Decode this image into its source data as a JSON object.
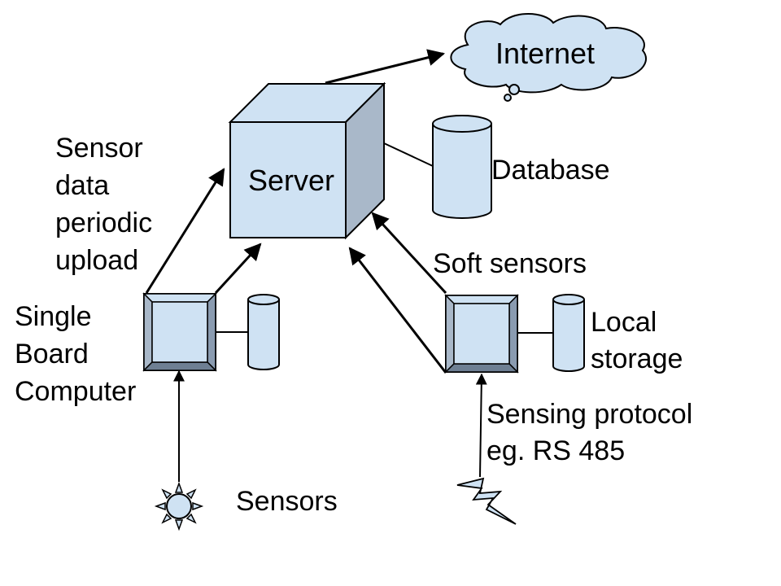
{
  "labels": {
    "internet": "Internet",
    "server": "Server",
    "database": "Database",
    "upload": [
      "Sensor",
      "data",
      "periodic",
      "upload"
    ],
    "sbc": [
      "Single",
      "Board",
      "Computer"
    ],
    "soft_sensors": "Soft sensors",
    "local_storage": [
      "Local",
      "storage"
    ],
    "protocol": [
      "Sensing protocol",
      "eg. RS 485"
    ],
    "sensors": "Sensors"
  },
  "icons": [
    "cloud-icon",
    "server-cube-icon",
    "database-icon",
    "board-icon",
    "storage-icon",
    "sun-sensor-icon",
    "lightning-icon"
  ],
  "colors": {
    "fill": "#cfe2f3",
    "stroke": "#000000",
    "dark": "#8a9bb0",
    "mid": "#a9b8c9"
  }
}
